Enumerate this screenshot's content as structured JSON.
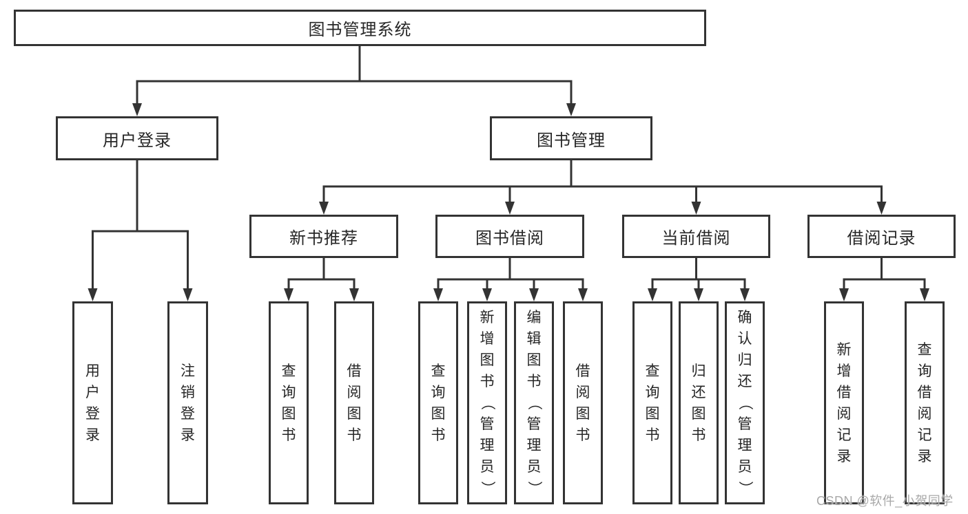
{
  "diagram": {
    "background": "#ffffff",
    "line_color": "#333333",
    "box_border_color": "#333333",
    "text_color": "#262626",
    "watermark": {
      "text": "CSDN @软件_小贺同学",
      "color": "#a8a8a8"
    },
    "nodes": {
      "root": {
        "label": "图书管理系统"
      },
      "user_login": {
        "label": "用户登录"
      },
      "book_mgmt": {
        "label": "图书管理"
      },
      "new_book_rec": {
        "label": "新书推荐"
      },
      "book_borrow": {
        "label": "图书借阅"
      },
      "current_borrow": {
        "label": "当前借阅"
      },
      "borrow_records": {
        "label": "借阅记录"
      },
      "leaf_user_login": {
        "label": "用户登录"
      },
      "leaf_logout": {
        "label": "注销登录"
      },
      "leaf_query_book_1": {
        "label": "查询图书"
      },
      "leaf_borrow_book_1": {
        "label": "借阅图书"
      },
      "leaf_query_book_2": {
        "label": "查询图书"
      },
      "leaf_add_book": {
        "label": "新增图书（管理员）"
      },
      "leaf_edit_book": {
        "label": "编辑图书（管理员）"
      },
      "leaf_borrow_book_2": {
        "label": "借阅图书"
      },
      "leaf_query_book_3": {
        "label": "查询图书"
      },
      "leaf_return_book": {
        "label": "归还图书"
      },
      "leaf_confirm_return": {
        "label": "确认归还（管理员）"
      },
      "leaf_add_record": {
        "label": "新增借阅记录"
      },
      "leaf_query_record": {
        "label": "查询借阅记录"
      }
    },
    "hierarchy": {
      "root": [
        "user_login",
        "book_mgmt"
      ],
      "user_login": [
        "leaf_user_login",
        "leaf_logout"
      ],
      "book_mgmt": [
        "new_book_rec",
        "book_borrow",
        "current_borrow",
        "borrow_records"
      ],
      "new_book_rec": [
        "leaf_query_book_1",
        "leaf_borrow_book_1"
      ],
      "book_borrow": [
        "leaf_query_book_2",
        "leaf_add_book",
        "leaf_edit_book",
        "leaf_borrow_book_2"
      ],
      "current_borrow": [
        "leaf_query_book_3",
        "leaf_return_book",
        "leaf_confirm_return"
      ],
      "borrow_records": [
        "leaf_add_record",
        "leaf_query_record"
      ]
    }
  }
}
